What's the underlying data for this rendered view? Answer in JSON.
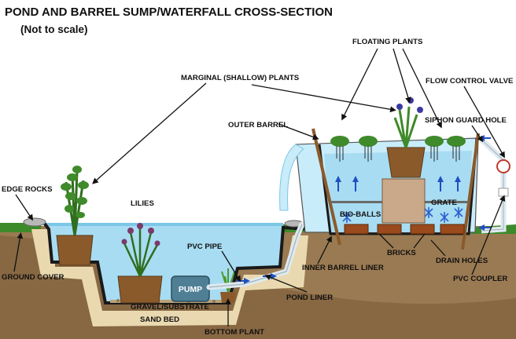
{
  "title": "POND AND BARREL SUMP/WATERFALL CROSS-SECTION",
  "subtitle": "(Not to scale)",
  "labels": {
    "floating_plants": "FLOATING PLANTS",
    "marginal_plants": "MARGINAL (SHALLOW) PLANTS",
    "flow_control_valve": "FLOW CONTROL VALVE",
    "outer_barrel": "OUTER BARREL",
    "siphon_guard_hole": "SIPHON GUARD HOLE",
    "edge_rocks": "EDGE ROCKS",
    "lilies": "LILIES",
    "grate": "GRATE",
    "bio_balls": "BIO-BALLS",
    "pvc_pipe": "PVC PIPE",
    "pump": "PUMP",
    "ground_cover": "GROUND COVER",
    "bricks": "BRICKS",
    "drain_holes": "DRAIN HOLES",
    "inner_barrel_liner": "INNER BARREL LINER",
    "gravel_substrate": "GRAVEL/SUBSTRATE",
    "sand_bed": "SAND BED",
    "pond_liner": "POND LINER",
    "pvc_coupler": "PVC COUPLER",
    "bottom_plant": "BOTTOM PLANT"
  },
  "colors": {
    "water": "#a8dcf2",
    "water_light": "#c9ecfa",
    "soil": "#9a7a52",
    "sand": "#ead9b0",
    "liner": "#1a1a1a",
    "grass": "#3d8a2a",
    "pot": "#8b5a2b",
    "brick": "#9a4a1c",
    "pump": "#4e7f95",
    "arrow": "#1f4fc0"
  }
}
